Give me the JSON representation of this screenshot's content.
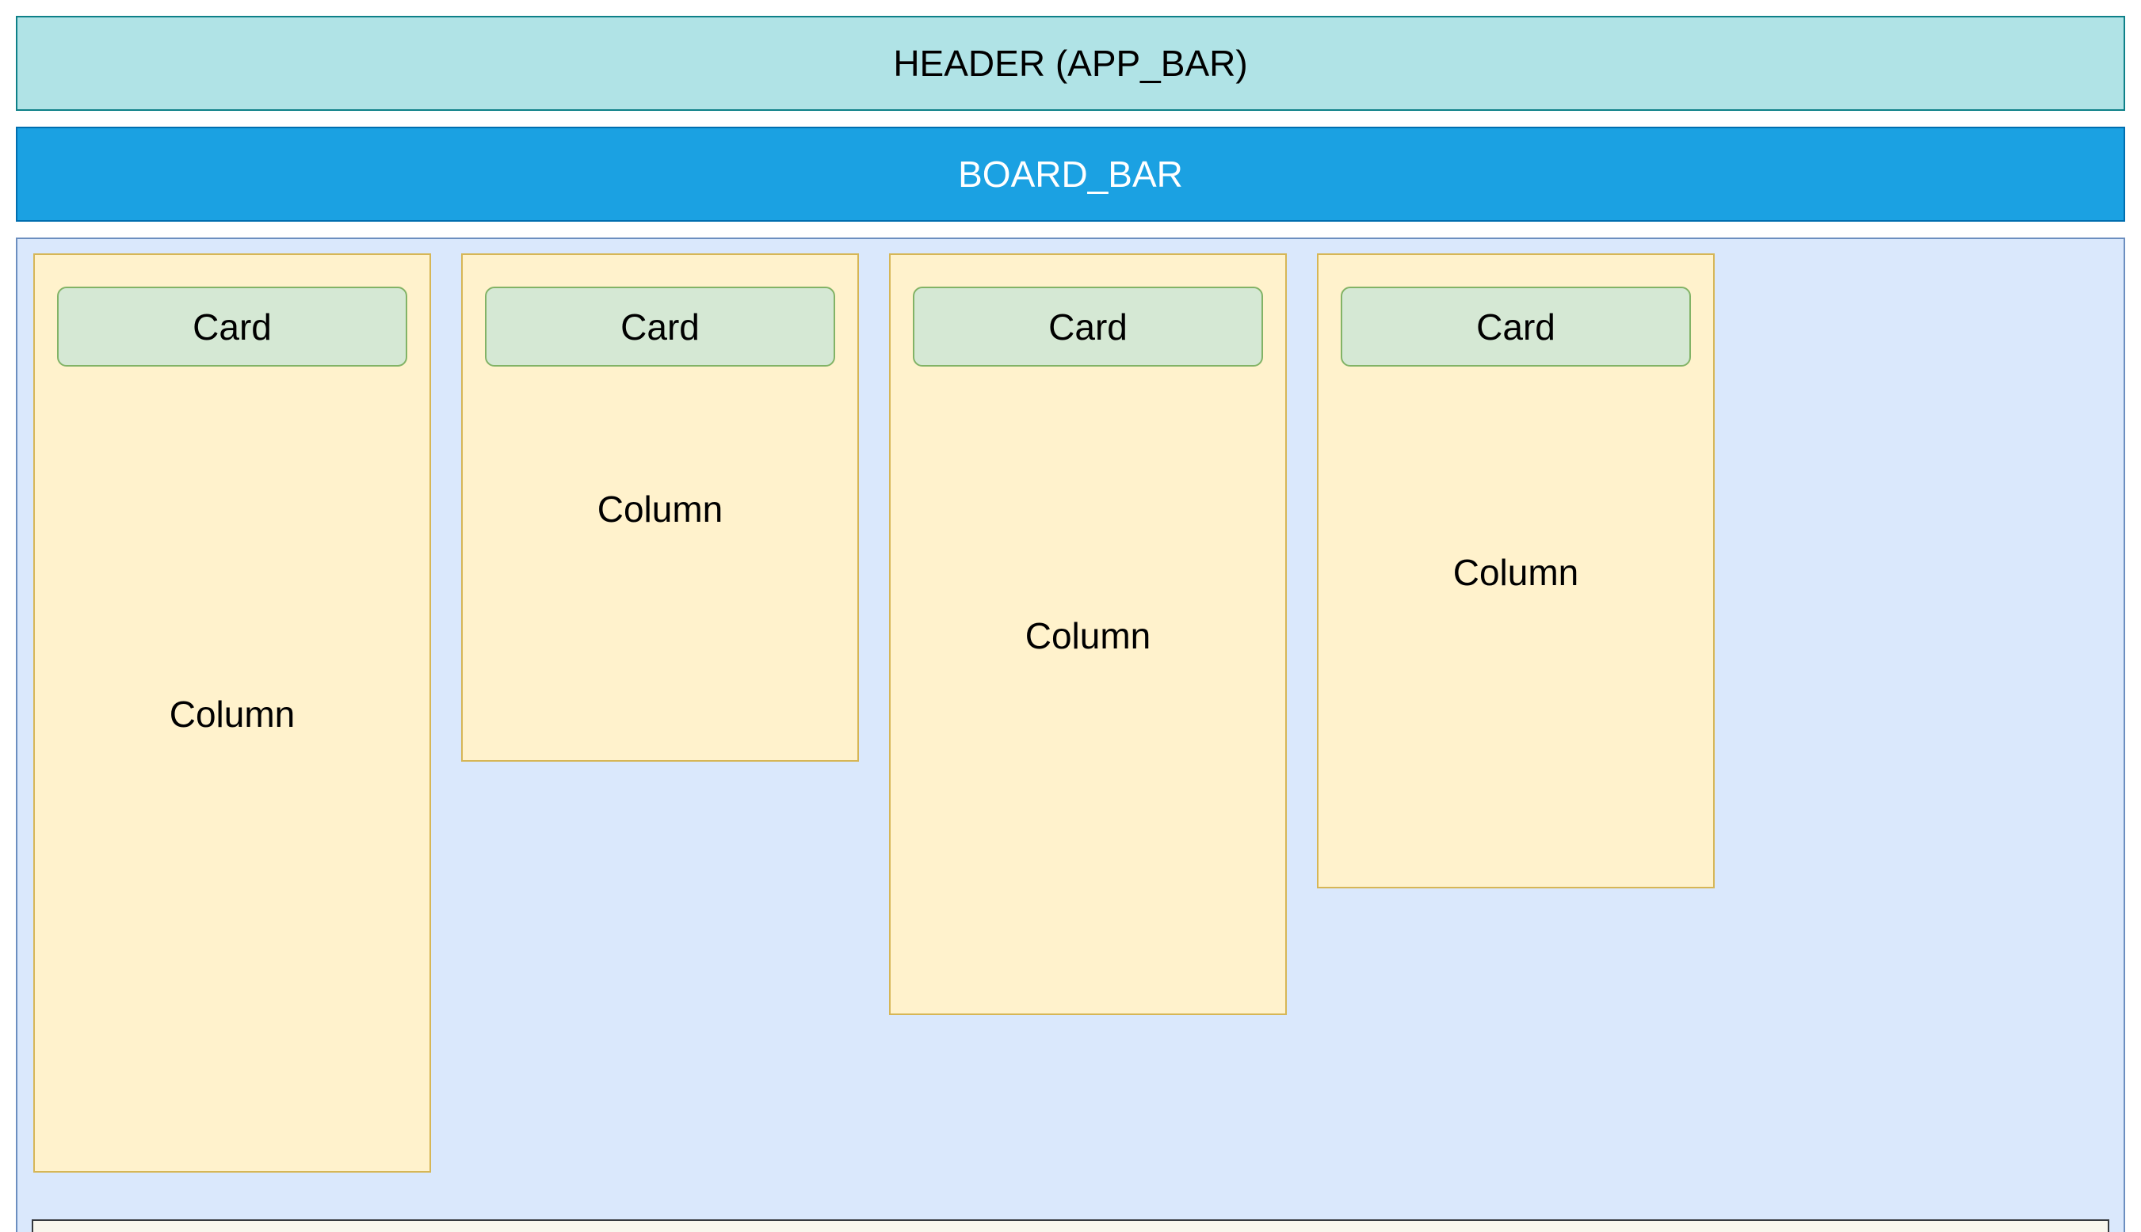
{
  "header": {
    "title": "HEADER (APP_BAR)"
  },
  "board_bar": {
    "title": "BOARD_BAR"
  },
  "board_content": {
    "columns": [
      {
        "label": "Column",
        "cards": [
          {
            "label": "Card"
          }
        ]
      },
      {
        "label": "Column",
        "cards": [
          {
            "label": "Card"
          }
        ]
      },
      {
        "label": "Column",
        "cards": [
          {
            "label": "Card"
          }
        ]
      },
      {
        "label": "Column",
        "cards": [
          {
            "label": "Card"
          }
        ]
      }
    ]
  },
  "colors": {
    "app_bar_fill": "#b0e3e6",
    "app_bar_stroke": "#0e8088",
    "board_bar_fill": "#1ba1e2",
    "board_bar_stroke": "#006eaf",
    "board_content_fill": "#dae8fc",
    "board_content_stroke": "#6c8ebf",
    "column_fill": "#fff2cc",
    "column_stroke": "#d6b656",
    "card_fill": "#d5e8d4",
    "card_stroke": "#82b366",
    "footer_fill": "#f9f7ed",
    "footer_stroke": "#36393d"
  }
}
